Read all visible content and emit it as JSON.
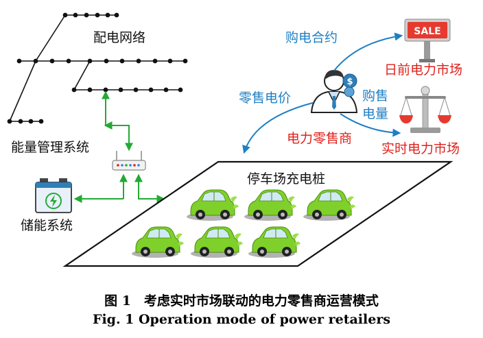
{
  "labels": {
    "distribution_network": "配电网络",
    "energy_management_system": "能量管理系统",
    "energy_storage_system": "储能系统",
    "parking_lot_charging_piles": "停车场充电桩",
    "electricity_retailer": "电力零售商",
    "purchase_contract": "购电合约",
    "retail_price": "零售电价",
    "purchase_quantity_line1": "购售",
    "purchase_quantity_line2": "电量",
    "day_ahead_market": "日前电力市场",
    "real_time_market": "实时电力市场",
    "sale_sign": "SALE"
  },
  "caption": {
    "chinese": "图 1　考虑实时市场联动的电力零售商运营模式",
    "english": "Fig. 1    Operation mode of power retailers"
  },
  "colors": {
    "network_lines": "#111111",
    "green_arrows": "#22aa33",
    "blue_arrows": "#1d7fc4",
    "red_text": "#e0211b",
    "car_green": "#7fd02a"
  },
  "icons": [
    "router-icon",
    "battery-icon",
    "businessman-icon",
    "sale-sign-icon",
    "balance-scale-icon",
    "electric-car-icon"
  ]
}
